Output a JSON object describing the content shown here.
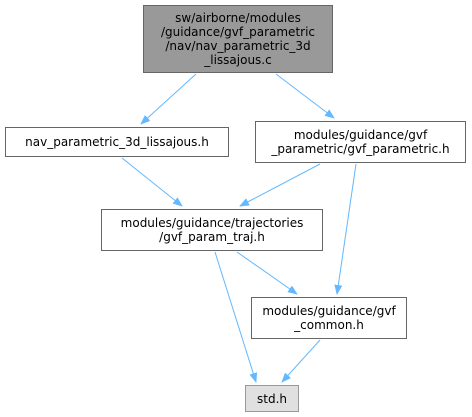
{
  "diagram": {
    "nodes": [
      {
        "id": "root",
        "lines": [
          "sw/airborne/modules",
          "/guidance/gvf_parametric",
          "/nav/nav_parametric_3d",
          "_lissajous.c"
        ],
        "style": "root"
      },
      {
        "id": "nav_h",
        "lines": [
          "nav_parametric_3d_lissajous.h"
        ],
        "style": "normal"
      },
      {
        "id": "gvf_param_h",
        "lines": [
          "modules/guidance/gvf",
          "_parametric/gvf_parametric.h"
        ],
        "style": "normal"
      },
      {
        "id": "traj_h",
        "lines": [
          "modules/guidance/trajectories",
          "/gvf_param_traj.h"
        ],
        "style": "normal"
      },
      {
        "id": "common_h",
        "lines": [
          "modules/guidance/gvf",
          "_common.h"
        ],
        "style": "normal"
      },
      {
        "id": "std_h",
        "lines": [
          "std.h"
        ],
        "style": "leaf"
      }
    ],
    "edges": [
      {
        "from": "root",
        "to": "nav_h"
      },
      {
        "from": "root",
        "to": "gvf_param_h"
      },
      {
        "from": "nav_h",
        "to": "traj_h"
      },
      {
        "from": "gvf_param_h",
        "to": "traj_h"
      },
      {
        "from": "gvf_param_h",
        "to": "common_h"
      },
      {
        "from": "traj_h",
        "to": "common_h"
      },
      {
        "from": "traj_h",
        "to": "std_h"
      },
      {
        "from": "common_h",
        "to": "std_h"
      }
    ],
    "colors": {
      "edge": "#63b8ff",
      "root_fill": "#999999",
      "leaf_fill": "#e0e0e0",
      "border": "#666666"
    }
  }
}
